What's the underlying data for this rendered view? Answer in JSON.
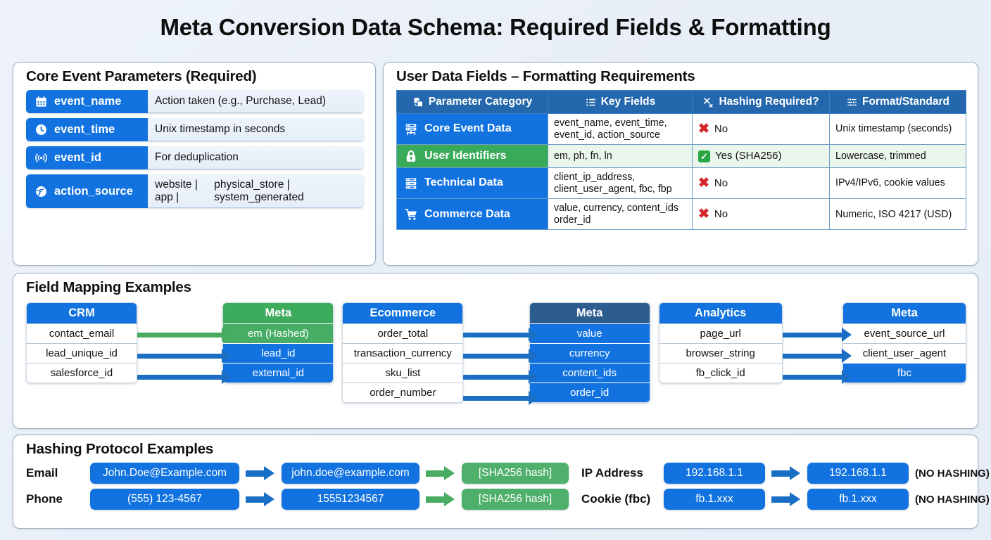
{
  "page": {
    "title": "Meta Conversion Data Schema: Required Fields & Formatting",
    "accent_blue": "#1273e0",
    "accent_green": "#39ab58",
    "accent_navy": "#2d5d8e",
    "background": "#eef3fa"
  },
  "core_panel": {
    "title": "Core Event Parameters (Required)",
    "rows": [
      {
        "icon": "calendar-icon",
        "key": "event_name",
        "desc": "Action taken (e.g., Purchase, Lead)"
      },
      {
        "icon": "clock-icon",
        "key": "event_time",
        "desc": "Unix timestamp in seconds"
      },
      {
        "icon": "broadcast-icon",
        "key": "event_id",
        "desc": "For deduplication"
      },
      {
        "icon": "globe-icon",
        "key": "action_source",
        "desc": "website | app |\nphysical_store | system_generated"
      }
    ]
  },
  "user_panel": {
    "title": "User Data Fields – Formatting Requirements",
    "columns": [
      {
        "icon": "copy-icon",
        "label": "Parameter Category"
      },
      {
        "icon": "list-icon",
        "label": "Key Fields"
      },
      {
        "icon": "hash-fn-icon",
        "label": "Hashing Required?"
      },
      {
        "icon": "sliders-icon",
        "label": "Format/Standard"
      }
    ],
    "rows": [
      {
        "icon": "server-network-icon",
        "category": "Core Event Data",
        "category_color": "blue",
        "key_fields": "event_name, event_time,\nevent_id, action_source",
        "hashing": "No",
        "hashing_state": "no",
        "format": "Unix timestamp (seconds)"
      },
      {
        "icon": "lock-icon",
        "category": "User Identifiers",
        "category_color": "green",
        "key_fields": "em, ph, fn, ln",
        "hashing": "Yes (SHA256)",
        "hashing_state": "yes",
        "format": "Lowercase, trimmed"
      },
      {
        "icon": "database-icon",
        "category": "Technical Data",
        "category_color": "blue",
        "key_fields": "client_ip_address,\nclient_user_agent, fbc, fbp",
        "hashing": "No",
        "hashing_state": "no",
        "format": "IPv4/IPv6, cookie values"
      },
      {
        "icon": "cart-icon",
        "category": "Commerce Data",
        "category_color": "blue",
        "key_fields": "value, currency, content_ids\norder_id",
        "hashing": "No",
        "hashing_state": "no",
        "format": "Numeric, ISO 4217 (USD)"
      }
    ]
  },
  "mapping_panel": {
    "title": "Field Mapping Examples",
    "groups": [
      {
        "source_header": "CRM",
        "source_header_style": "blue",
        "source_rows": [
          "contact_email",
          "lead_unique_id",
          "salesforce_id"
        ],
        "target_header": "Meta",
        "target_header_style": "green",
        "target_rows": [
          {
            "label": "em (Hashed)",
            "style": "green"
          },
          {
            "label": "lead_id",
            "style": "blue"
          },
          {
            "label": "external_id",
            "style": "blue"
          }
        ],
        "arrows": [
          "green",
          "blue",
          "blue"
        ]
      },
      {
        "source_header": "Ecommerce",
        "source_header_style": "blue",
        "source_rows": [
          "order_total",
          "transaction_currency",
          "sku_list",
          "order_number"
        ],
        "target_header": "Meta",
        "target_header_style": "navy",
        "target_rows": [
          {
            "label": "value",
            "style": "blue"
          },
          {
            "label": "currency",
            "style": "blue"
          },
          {
            "label": "content_ids",
            "style": "blue"
          },
          {
            "label": "order_id",
            "style": "blue"
          }
        ],
        "arrows": [
          "blue",
          "blue",
          "blue",
          "blue"
        ]
      },
      {
        "source_header": "Analytics",
        "source_header_style": "blue",
        "source_rows": [
          "page_url",
          "browser_string",
          "fb_click_id"
        ],
        "target_header": "Meta",
        "target_header_style": "blue",
        "target_rows": [
          {
            "label": "event_source_url",
            "style": "white"
          },
          {
            "label": "client_user_agent",
            "style": "white"
          },
          {
            "label": "fbc",
            "style": "blue"
          }
        ],
        "arrows": [
          "blue",
          "blue",
          "blue"
        ]
      }
    ]
  },
  "hashing_panel": {
    "title": "Hashing Protocol Examples",
    "left_rows": [
      {
        "label": "Email",
        "step1": "John.Doe@Example.com",
        "arrow1": "blue",
        "step2": "john.doe@example.com",
        "arrow2": "green",
        "step3": "[SHA256 hash]"
      },
      {
        "label": "Phone",
        "step1": "(555) 123-4567",
        "arrow1": "blue",
        "step2": "15551234567",
        "arrow2": "green",
        "step3": "[SHA256 hash]"
      }
    ],
    "right_rows": [
      {
        "label": "IP Address",
        "step1": "192.168.1.1",
        "arrow1": "blue",
        "step2": "192.168.1.1",
        "note": "(NO HASHING)"
      },
      {
        "label": "Cookie (fbc)",
        "step1": "fb.1.xxx",
        "arrow1": "blue",
        "step2": "fb.1.xxx",
        "note": "(NO HASHING)"
      }
    ]
  }
}
